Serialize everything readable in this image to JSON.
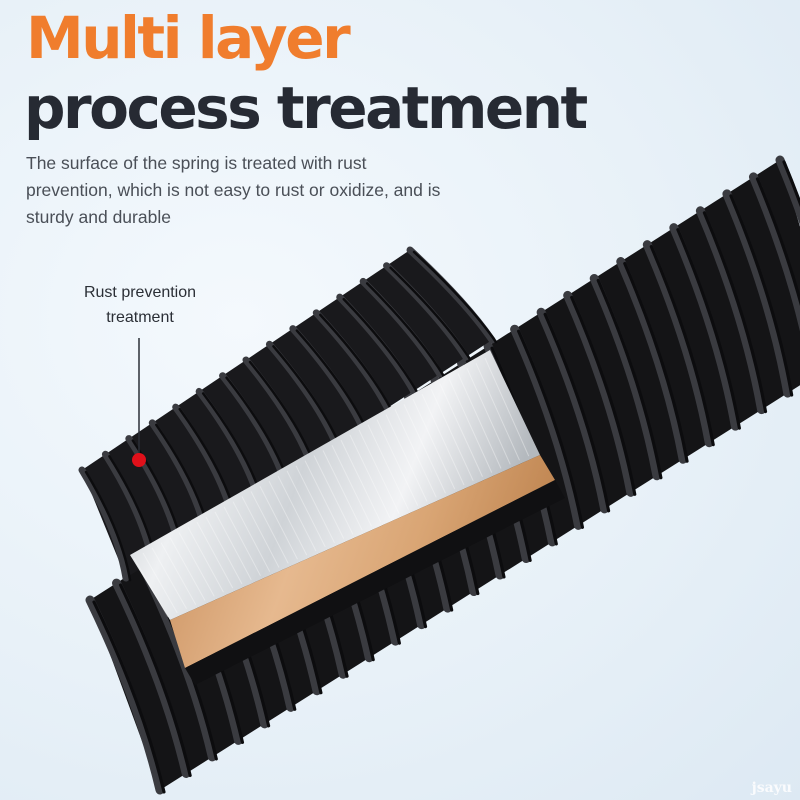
{
  "headline": {
    "line1": "Multi layer",
    "line2": "process treatment"
  },
  "description": "The surface of the spring is treated with rust prevention, which is not easy to rust or oxidize, and is sturdy and durable",
  "callout": {
    "label": "Rust prevention treatment"
  },
  "watermark": "jsayu",
  "colors": {
    "accent": "#f07d2d",
    "heading": "#262a33",
    "marker": "#e0101a",
    "coil": "#1c1c1f",
    "silver_layer": "#c9cdd1",
    "copper_layer": "#d7a270"
  }
}
